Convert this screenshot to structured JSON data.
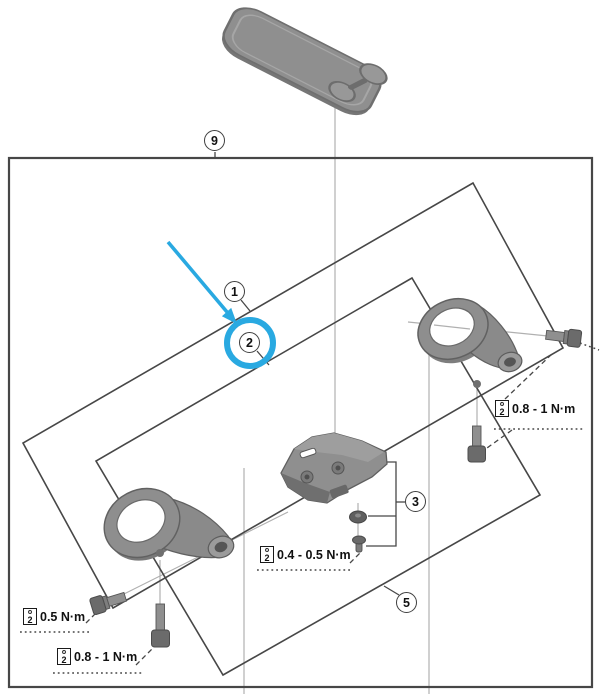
{
  "diagram": {
    "type": "exploded-parts-diagram",
    "parts": [
      {
        "id": "9",
        "label": "9"
      },
      {
        "id": "1",
        "label": "1"
      },
      {
        "id": "2",
        "label": "2",
        "highlighted": true
      },
      {
        "id": "3",
        "label": "3"
      },
      {
        "id": "5",
        "label": "5"
      }
    ],
    "torque_labels": [
      {
        "tool_top": "o",
        "tool_size": "2",
        "value": "0.8 - 1 N·m",
        "location": "right"
      },
      {
        "tool_top": "o",
        "tool_size": "2",
        "value": "0.4 - 0.5 N·m",
        "location": "center"
      },
      {
        "tool_top": "o",
        "tool_size": "2",
        "value": "0.8 - 1 N·m",
        "location": "bottom-left"
      },
      {
        "tool_top": "o",
        "tool_size": "2",
        "value": "0.5 N·m",
        "location": "left"
      }
    ],
    "colors": {
      "accent_blue": "#29a9e1",
      "line_dark": "#474747",
      "line_light": "#b0b0b0",
      "background": "#ffffff"
    }
  }
}
